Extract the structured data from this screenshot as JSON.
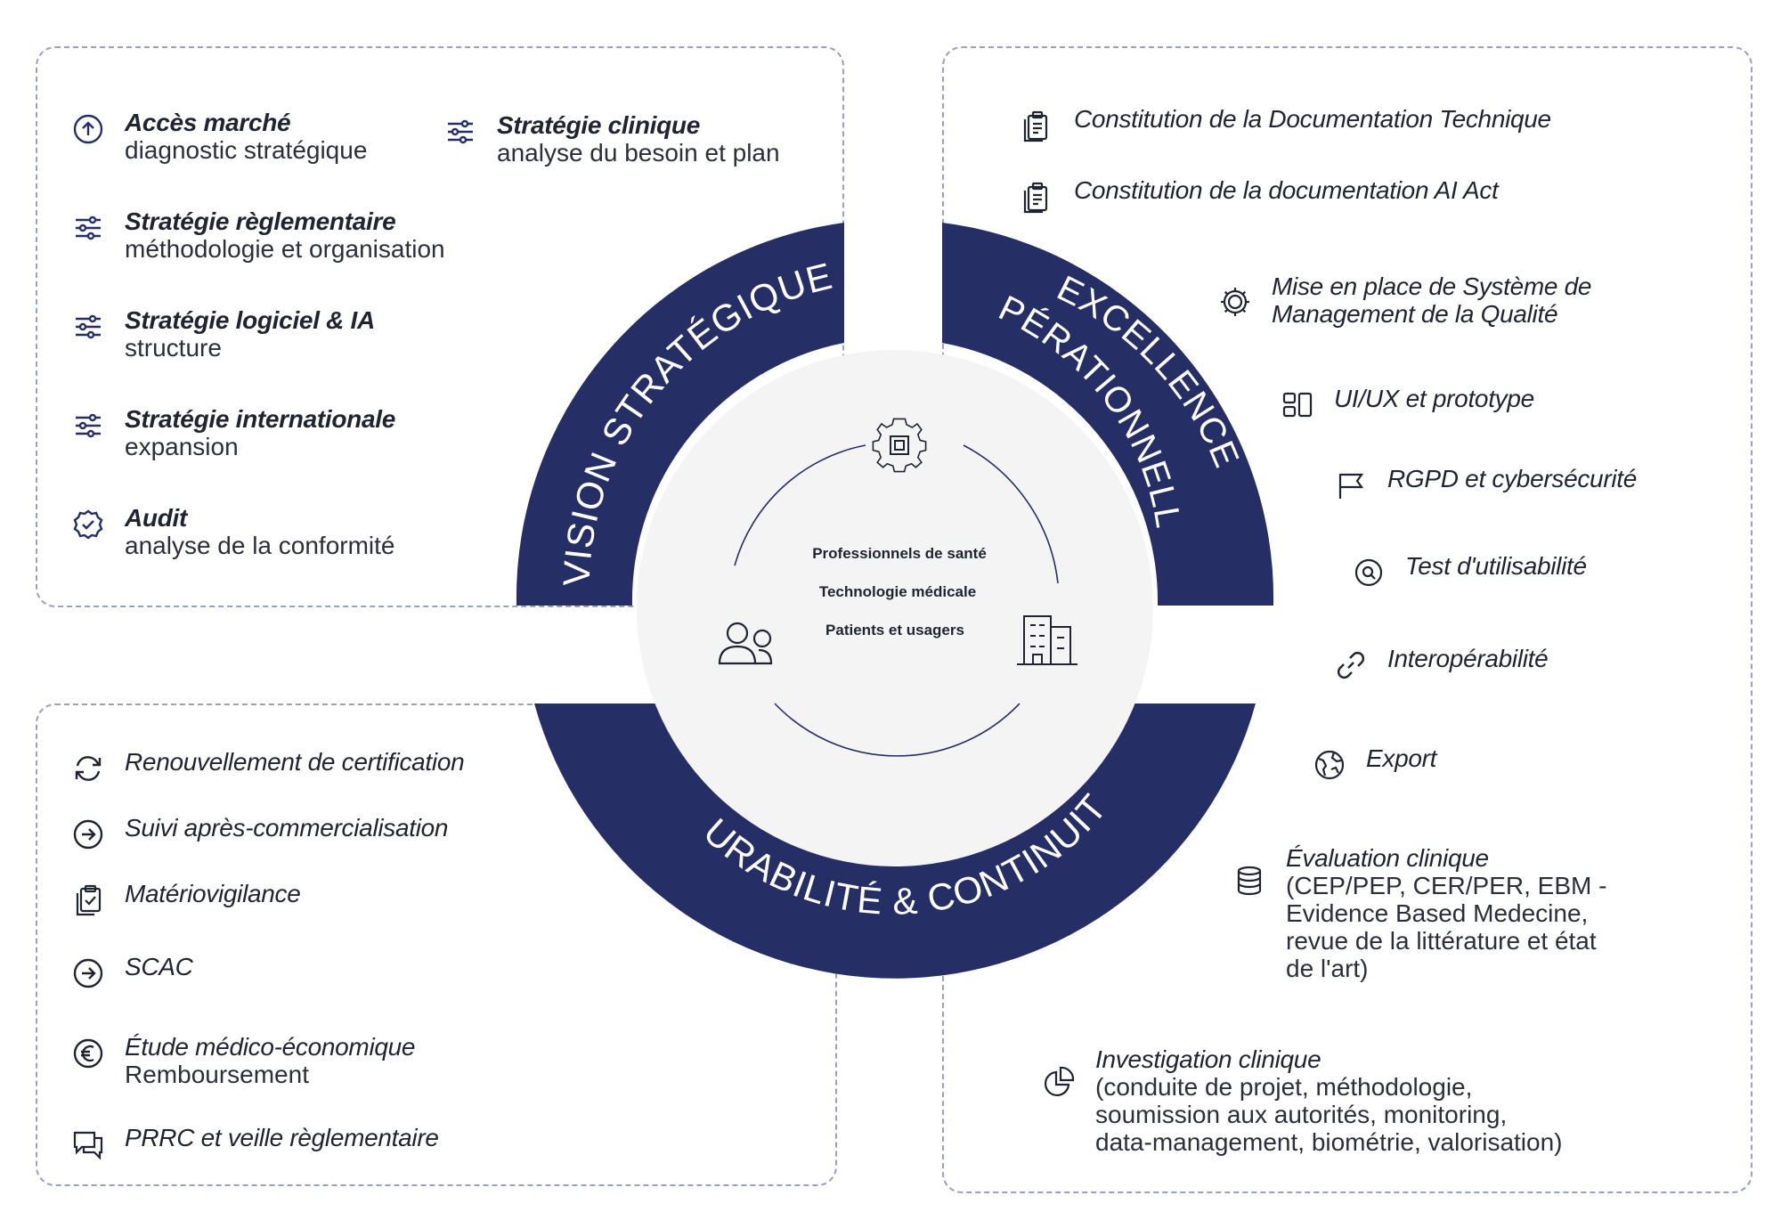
{
  "colors": {
    "accent": "#252f66",
    "center_bg": "#f4f4f5",
    "dashed_border": "#9aa0c4",
    "text": "#1f2430"
  },
  "ring": {
    "vision": "VISION STRATÉGIQUE",
    "excellence_1": "EXCELLENCE",
    "excellence_2": "OPÉRATIONNELLE",
    "durabilite": "DURABILITÉ & CONTINUITÉ"
  },
  "center": {
    "line1": "Professionnels de santé",
    "line2": "Technologie médicale",
    "line3": "Patients et usagers",
    "icons": [
      "chip-gear-icon",
      "people-icon",
      "building-icon"
    ]
  },
  "top_left": [
    {
      "title": "Accès marché",
      "subtitle": "diagnostic stratégique",
      "icon": "arrow-up-circle-icon"
    },
    {
      "title": "Stratégie clinique",
      "subtitle": "analyse du besoin et plan",
      "icon": "sliders-icon"
    },
    {
      "title": "Stratégie règlementaire",
      "subtitle": "méthodologie et organisation",
      "icon": "sliders-icon"
    },
    {
      "title": "Stratégie logiciel & IA",
      "subtitle": "structure",
      "icon": "sliders-icon"
    },
    {
      "title": "Stratégie internationale",
      "subtitle": "expansion",
      "icon": "sliders-icon"
    },
    {
      "title": "Audit",
      "subtitle": "analyse de la conformité",
      "icon": "badge-check-icon"
    }
  ],
  "top_right": [
    {
      "title": "Constitution de la Documentation Technique",
      "icon": "clipboard-icon"
    },
    {
      "title": "Constitution de la documentation AI Act",
      "icon": "clipboard-icon"
    },
    {
      "title": "Mise en place de Système de",
      "title2": "Management de la Qualité",
      "icon": "gear-icon"
    },
    {
      "title": "UI/UX et prototype",
      "icon": "layout-icon"
    },
    {
      "title": "RGPD et cybersécurité",
      "icon": "flag-icon"
    },
    {
      "title": "Test d'utilisabilité",
      "icon": "search-icon"
    },
    {
      "title": "Interopérabilité",
      "icon": "link-icon"
    },
    {
      "title": "Export",
      "icon": "globe-icon"
    },
    {
      "title": "Évaluation clinique",
      "sub": [
        "(CEP/PEP, CER/PER, EBM -",
        "Evidence Based Medecine,",
        "revue de la littérature et état",
        "de l'art)"
      ],
      "icon": "database-icon"
    },
    {
      "title": "Investigation clinique",
      "sub": [
        "(conduite de projet, méthodologie,",
        "soumission aux autorités, monitoring,",
        "data-management, biométrie, valorisation)"
      ],
      "icon": "pie-chart-icon"
    }
  ],
  "bottom_left": [
    {
      "title": "Renouvellement de certification",
      "icon": "refresh-icon"
    },
    {
      "title": "Suivi après-commercialisation",
      "icon": "arrow-right-circle-icon"
    },
    {
      "title": "Matériovigilance",
      "icon": "clipboard-check-icon"
    },
    {
      "title": "SCAC",
      "icon": "arrow-right-circle-icon"
    },
    {
      "title": "Étude médico-économique",
      "subtitle": "Remboursement",
      "icon": "euro-icon"
    },
    {
      "title": "PRRC et veille règlementaire",
      "icon": "chat-icon"
    }
  ]
}
